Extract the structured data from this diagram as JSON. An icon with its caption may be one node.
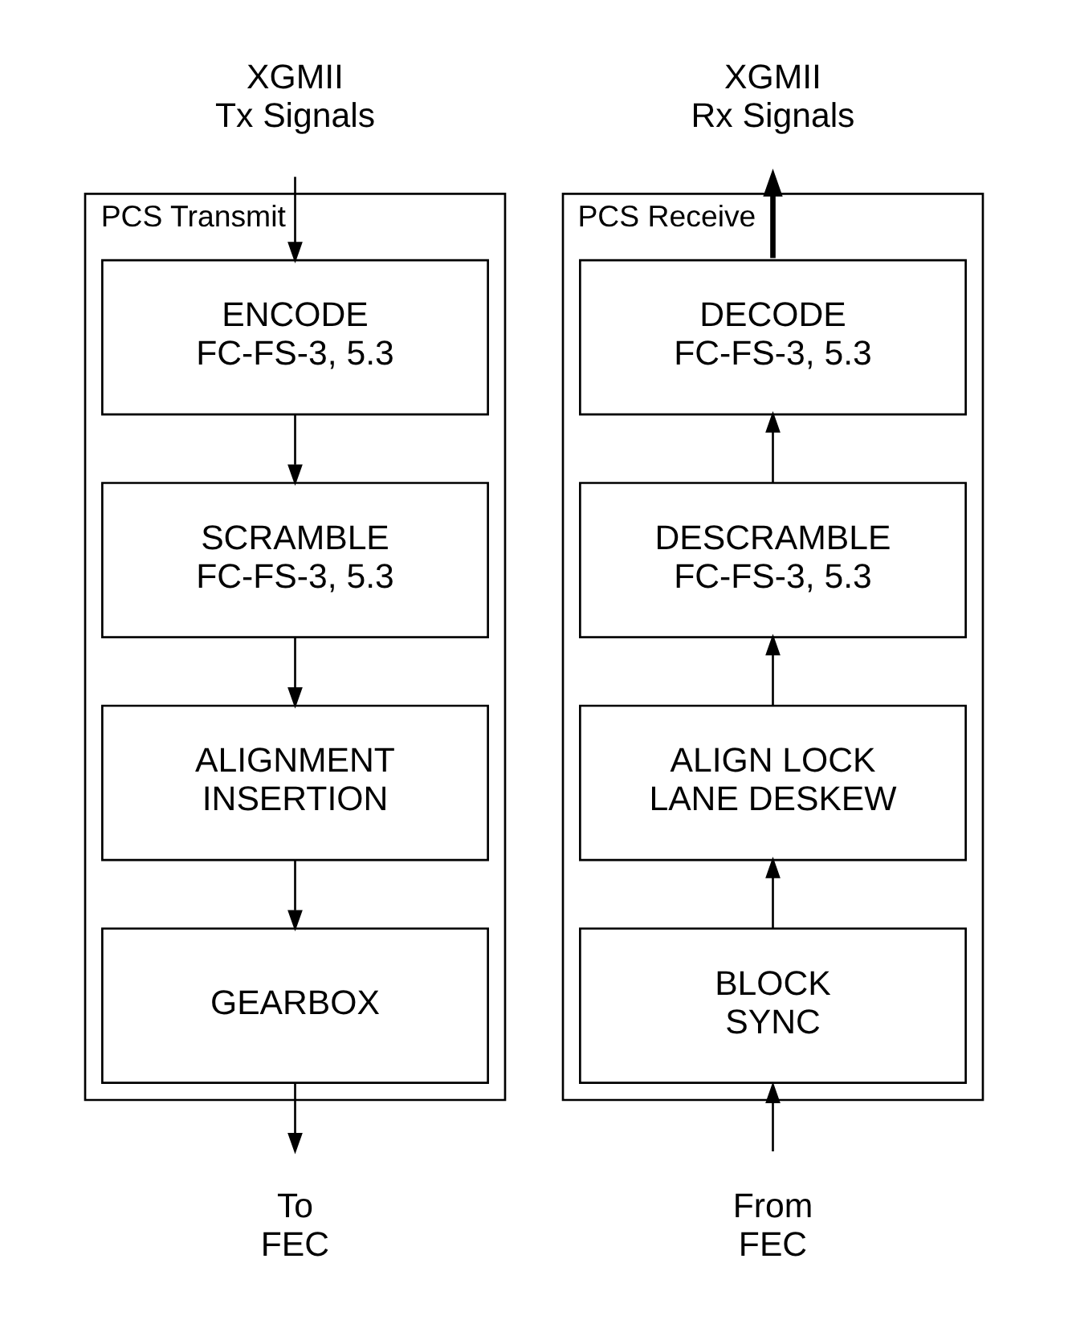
{
  "diagram": {
    "nodes": [
      {
        "text": [
          "XGMII Tx Signals"
        ]
      },
      {
        "text": [
          "PCS Transmit"
        ]
      },
      {
        "text": [
          "ENCODE FC-FS-3, 5.3"
        ],
        "in": 1
      },
      {
        "text": [
          "SCRAMBLE FC-FS-3, 5.3"
        ],
        "in": 1
      },
      {
        "text": [
          "ALIGNMENT INSERTION"
        ],
        "in": 1
      },
      {
        "text": [
          "GEARBOX"
        ],
        "in": 1
      },
      {
        "text": [
          "To FEC"
        ]
      },
      {
        "text": [
          "XGMII Rx Signals"
        ]
      },
      {
        "text": [
          "PCS Receive"
        ]
      },
      {
        "text": [
          "DECODE FC-FS-3, 5.3"
        ],
        "in": 8
      },
      {
        "text": [
          "DESCRAMBLE FC-FS-3, 5.3"
        ],
        "in": 8
      },
      {
        "text": [
          "ALIGN LOCK LANE DESKEW"
        ],
        "in": 8
      },
      {
        "text": [
          "BLOCK SYNC"
        ],
        "in": 8
      },
      {
        "text": [
          "From FEC"
        ]
      }
    ],
    "edges": [
      {
        "from": 0,
        "to": 2,
        "arrow": "to"
      },
      {
        "from": 2,
        "to": 3,
        "arrow": "to"
      },
      {
        "from": 3,
        "to": 4,
        "arrow": "to"
      },
      {
        "from": 4,
        "to": 5,
        "arrow": "to"
      },
      {
        "from": 5,
        "to": 6,
        "arrow": "to"
      },
      {
        "from": 13,
        "to": 12,
        "arrow": "to"
      },
      {
        "from": 12,
        "to": 11,
        "arrow": "to"
      },
      {
        "from": 11,
        "to": 10,
        "arrow": "to"
      },
      {
        "from": 10,
        "to": 9,
        "arrow": "to"
      },
      {
        "from": 9,
        "to": 7,
        "arrow": "to",
        "style": "thick"
      }
    ]
  }
}
